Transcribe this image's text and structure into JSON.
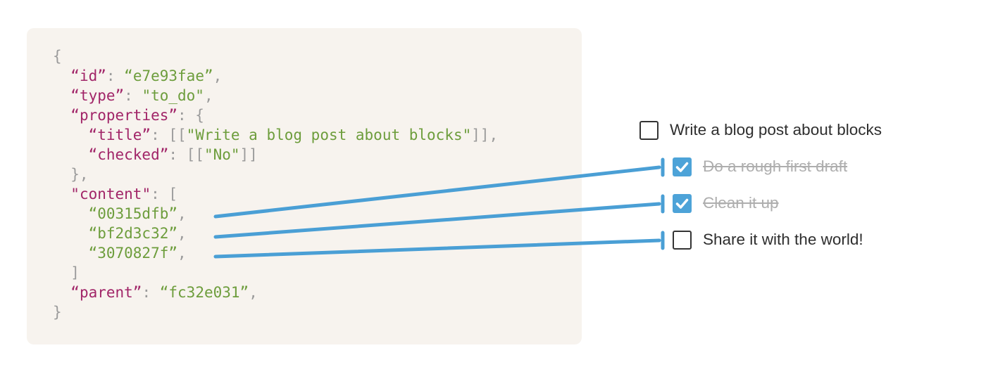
{
  "colors": {
    "accent_blue": "#4a9fd5",
    "code_background": "#f7f3ee",
    "code_key": "#a12568",
    "code_string": "#6d9d3c",
    "code_punctuation": "#9b9b9b",
    "todo_text": "#2e2e2e",
    "todo_done_text": "#aeaeae",
    "checkbox_border": "#343434",
    "checkbox_checked_fill": "#4da3d8"
  },
  "code_block": {
    "language": "json",
    "lines": [
      [
        [
          "p",
          "{"
        ]
      ],
      [
        [
          "p",
          "  "
        ],
        [
          "k",
          "“id”"
        ],
        [
          "p",
          ": "
        ],
        [
          "s",
          "“e7e93fae”"
        ],
        [
          "p",
          ","
        ]
      ],
      [
        [
          "p",
          "  "
        ],
        [
          "k",
          "“type”"
        ],
        [
          "p",
          ": "
        ],
        [
          "s",
          "\"to_do\""
        ],
        [
          "p",
          ","
        ]
      ],
      [
        [
          "p",
          "  "
        ],
        [
          "k",
          "“properties”"
        ],
        [
          "p",
          ": {"
        ]
      ],
      [
        [
          "p",
          "    "
        ],
        [
          "k",
          "“title”"
        ],
        [
          "p",
          ": [["
        ],
        [
          "s",
          "\"Write a blog post about blocks\""
        ],
        [
          "p",
          "]],"
        ]
      ],
      [
        [
          "p",
          "    "
        ],
        [
          "k",
          "“checked”"
        ],
        [
          "p",
          ": [["
        ],
        [
          "s",
          "\"No\""
        ],
        [
          "p",
          "]]"
        ]
      ],
      [
        [
          "p",
          "  },"
        ]
      ],
      [
        [
          "p",
          "  "
        ],
        [
          "k",
          "\"content\""
        ],
        [
          "p",
          ": ["
        ]
      ],
      [
        [
          "p",
          "    "
        ],
        [
          "s",
          "“00315dfb”"
        ],
        [
          "p",
          ","
        ]
      ],
      [
        [
          "p",
          "    "
        ],
        [
          "s",
          "“bf2d3c32”"
        ],
        [
          "p",
          ","
        ]
      ],
      [
        [
          "p",
          "    "
        ],
        [
          "s",
          "“3070827f”"
        ],
        [
          "p",
          ","
        ]
      ],
      [
        [
          "p",
          "  ]"
        ]
      ],
      [
        [
          "p",
          "  "
        ],
        [
          "k",
          "“parent”"
        ],
        [
          "p",
          ": "
        ],
        [
          "s",
          "“fc32e031”"
        ],
        [
          "p",
          ","
        ]
      ],
      [
        [
          "p",
          "}"
        ]
      ]
    ]
  },
  "todo_list": {
    "items": [
      {
        "label": "Write a blog post about blocks",
        "checked": false,
        "completed": false,
        "indent": 0
      },
      {
        "label": "Do a rough first draft",
        "checked": true,
        "completed": true,
        "indent": 1
      },
      {
        "label": "Clean it up",
        "checked": true,
        "completed": true,
        "indent": 1
      },
      {
        "label": "Share it with the world!",
        "checked": false,
        "completed": false,
        "indent": 1
      }
    ]
  },
  "connectors": [
    {
      "from_content_id": "00315dfb",
      "to_todo": "Do a rough first draft"
    },
    {
      "from_content_id": "bf2d3c32",
      "to_todo": "Clean it up"
    },
    {
      "from_content_id": "3070827f",
      "to_todo": "Share it with the world!"
    }
  ]
}
